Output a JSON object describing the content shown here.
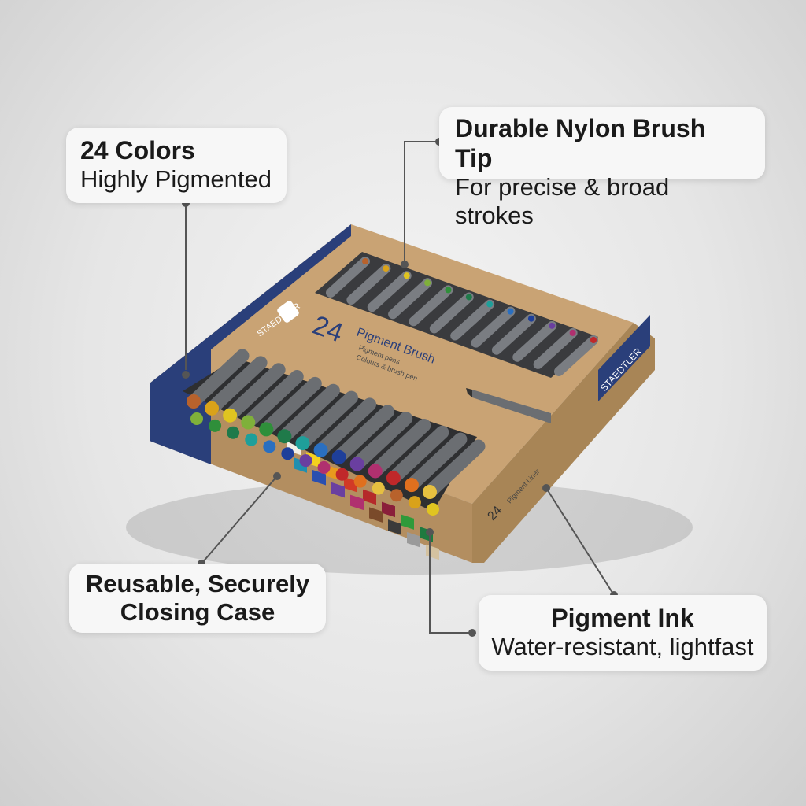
{
  "callouts": {
    "colors": {
      "title": "24 Colors",
      "subtitle": "Highly Pigmented"
    },
    "tip": {
      "title": "Durable Nylon Brush Tip",
      "subtitle": "For precise & broad strokes"
    },
    "case": {
      "line1": "Reusable, Securely",
      "line2": "Closing Case"
    },
    "ink": {
      "title": "Pigment Ink",
      "subtitle": "Water-resistant, lightfast"
    }
  },
  "box": {
    "brand": "STAEDTLER",
    "count": "24",
    "product": "Pigment Brush",
    "sub1": "Pigment pens",
    "sub2": "Colours & brush pen",
    "side_text": "Pigment Liner"
  },
  "colors": {
    "kraft": "#c9a374",
    "kraft_dark": "#a88556",
    "brand_blue": "#2a3f7a",
    "pen_gray": "#6b6e72",
    "line": "#555555"
  },
  "pen_caps": [
    "#b8622c",
    "#d9a21a",
    "#e0c420",
    "#7fb03a",
    "#2f8f3a",
    "#1f7a4a",
    "#1f9f9a",
    "#2a6fc0",
    "#1e3f9a",
    "#6a3fa0",
    "#b0306f",
    "#c0282a",
    "#e0701e",
    "#e6c040"
  ],
  "swatches": [
    "#f2efe6",
    "#f4d21e",
    "#e89a1e",
    "#d23a26",
    "#b52a2a",
    "#8a1f3a",
    "#2f9a3a",
    "#1f7a3f",
    "#1f8fb0",
    "#2a4fb0",
    "#6a3fa0",
    "#b0306f",
    "#7a4a2a",
    "#3a3a3a",
    "#9a9a9a",
    "#d4c2a0"
  ]
}
